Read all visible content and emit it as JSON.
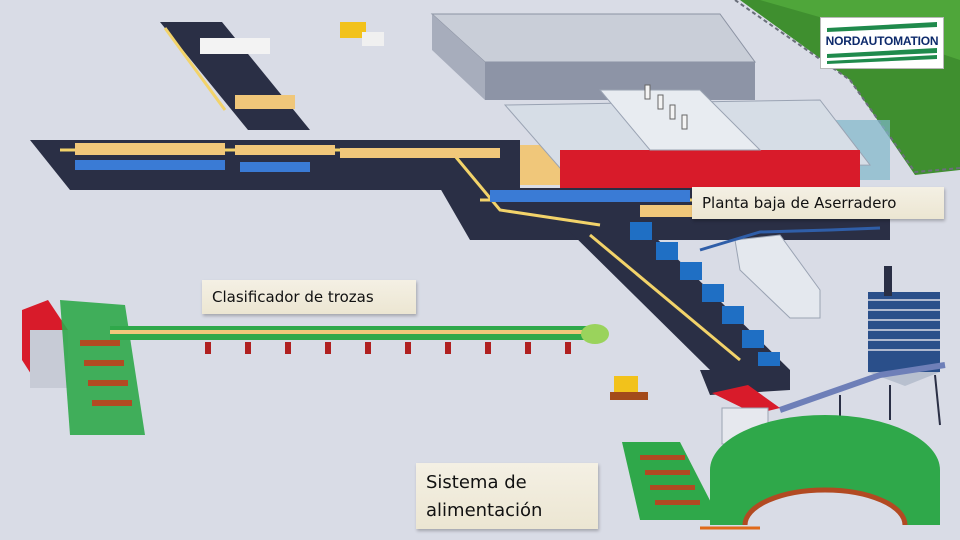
{
  "labels": {
    "planta": "Planta baja de Aserradero",
    "clasificador": "Clasificador  de trozas",
    "sistema": "Sistema de\nalimentación"
  },
  "logo": {
    "text": "NORDAUTOMATION",
    "text_color": "#0d2a6b",
    "stripe_color": "#1f8a4c"
  },
  "colors": {
    "background": "#d9dce6",
    "floor": "#2a2f45",
    "roof_red": "#d81b2a",
    "machine_green": "#2fa84a",
    "conveyor_blue": "#1f6fc4",
    "lumber": "#f0c77a",
    "grass": "#3f8f2f"
  }
}
